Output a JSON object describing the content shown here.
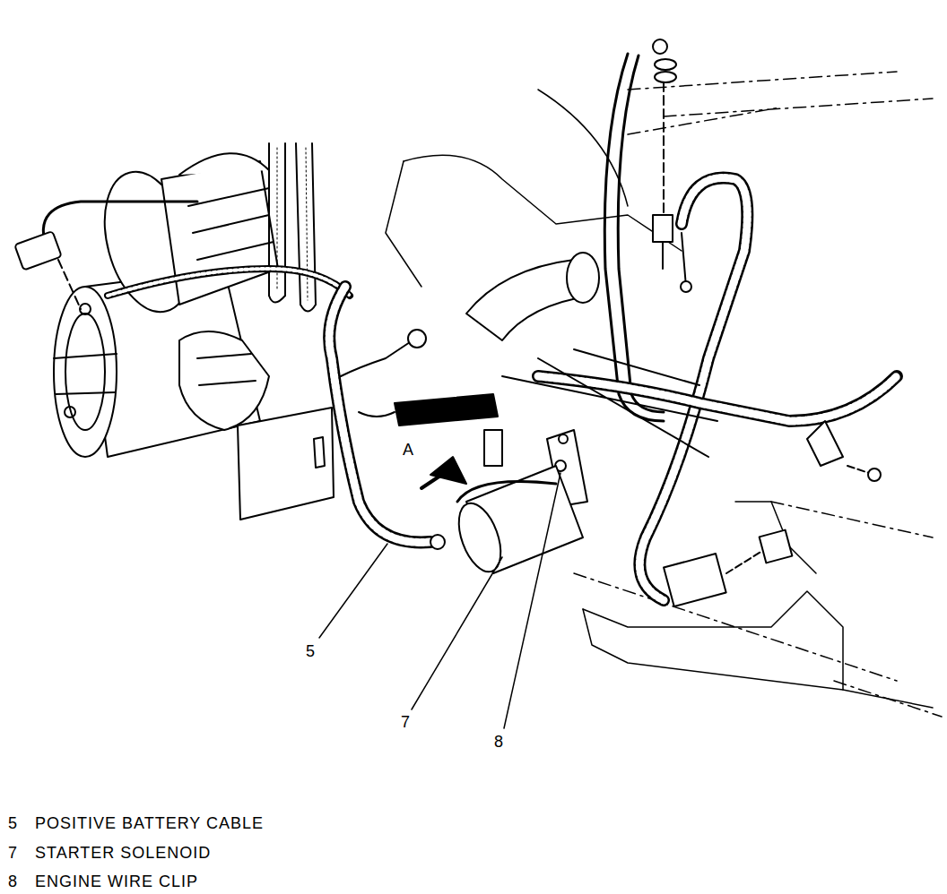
{
  "diagram": {
    "labels": [
      "5",
      "7",
      "8",
      "A",
      "5",
      "POSITIVE BATTERY CABLE",
      "7",
      "STARTER SOLENOID",
      "8",
      "ENGINE WIRE CLIP"
    ]
  }
}
